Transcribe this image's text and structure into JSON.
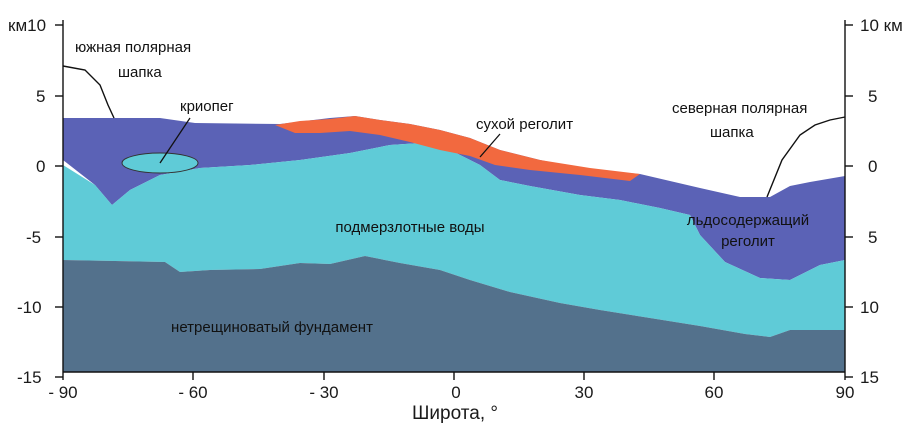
{
  "x_axis": {
    "title": "Широта, °",
    "ticks": [
      "- 90",
      "- 60",
      "- 30",
      "0",
      "30",
      "60",
      "90"
    ]
  },
  "y_axis_left": {
    "ticks": [
      "км10",
      "5",
      "0",
      "-5",
      "-10",
      "-15"
    ]
  },
  "y_axis_right": {
    "ticks": [
      "10 км",
      "5",
      "0",
      "5",
      "10",
      "15"
    ]
  },
  "labels": {
    "south_cap_line1": "южная полярная",
    "south_cap_line2": "шапка",
    "cryopeg": "криопег",
    "dry_regolith": "сухой реголит",
    "north_cap_line1": "северная полярная",
    "north_cap_line2": "шапка",
    "groundwater": "подмерзлотные воды",
    "icy_regolith_line1": "льдосодержащий",
    "icy_regolith_line2": "реголит",
    "basement": "нетрещиноватый фундамент"
  },
  "colors": {
    "icy_regolith": "#5b62b6",
    "groundwater": "#5fcbd7",
    "basement": "#53718c",
    "dry_regolith": "#f2693f",
    "cryopeg": "#5fcbd7"
  }
}
